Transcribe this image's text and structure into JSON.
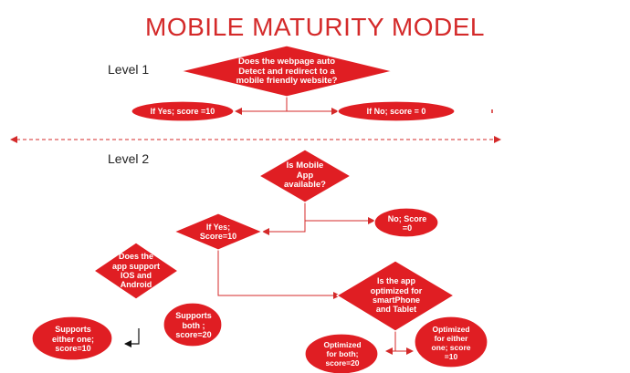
{
  "title": "MOBILE MATURITY MODEL",
  "levels": {
    "level1": "Level 1",
    "level2": "Level 2"
  },
  "colors": {
    "shape": "#e01e23",
    "title": "#d42a2a",
    "connector": "#d42a2a",
    "stroke": "#ffffff"
  },
  "nodes": {
    "d1": "Does the webpage auto Detect and redirect to a mobile friendly website?",
    "yes1": "If Yes; score =10",
    "no1": "If No; score = 0",
    "d2": "Is Mobile App available?",
    "yes2": "If Yes; Score=10",
    "no2": "No; Score =0",
    "d3": "Does the app support IOS and Android",
    "d4": "Is the app optimized for smartPhone and Tablet",
    "either": "Supports either one; score=10",
    "both": "Supports both ; score=20",
    "optboth": "Optimized for both; score=20",
    "opteither": "Optimized for either one; score =10"
  }
}
